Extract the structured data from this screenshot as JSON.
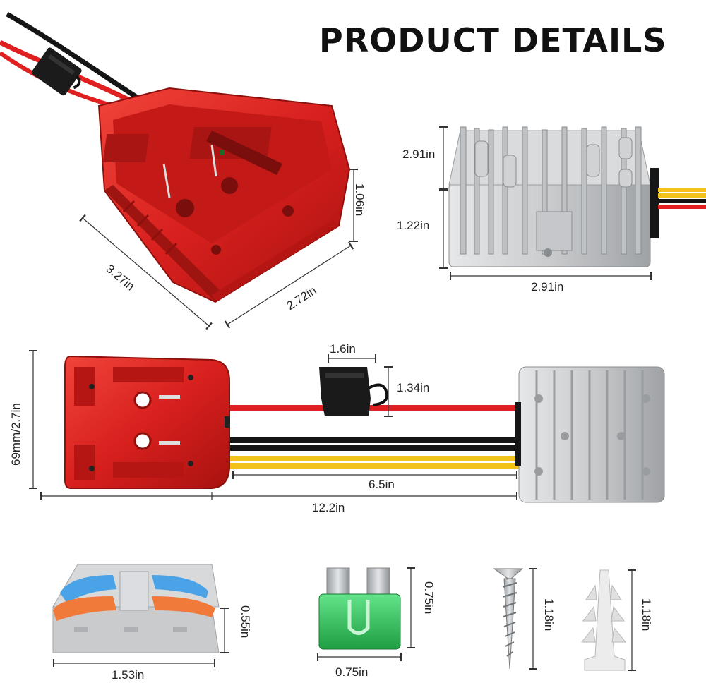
{
  "title": "PRODUCT DETAILS",
  "dimensions": {
    "adapter_height": "1.06in",
    "adapter_length": "3.27in",
    "adapter_width": "2.72in",
    "converter_depth": "2.91in",
    "converter_height": "1.22in",
    "converter_width": "2.91in",
    "fuse_holder_width": "1.6in",
    "fuse_holder_height": "1.34in",
    "adapter_side": "69mm/2.7in",
    "cable_length": "6.5in",
    "total_length": "12.2in",
    "connector_height": "0.55in",
    "connector_width": "1.53in",
    "fuse_height": "0.75in",
    "fuse_width": "0.75in",
    "screw_length": "1.18in",
    "anchor_length": "1.18in"
  },
  "colors": {
    "adapter_red": "#d8201e",
    "converter_silver": "#c9cbcd",
    "wire_red": "#e02020",
    "wire_black": "#151515",
    "wire_yellow": "#f2c21a",
    "fuse_green": "#2fcb58",
    "lever_blue": "#4aa3e6",
    "lever_orange": "#f07a3a"
  }
}
